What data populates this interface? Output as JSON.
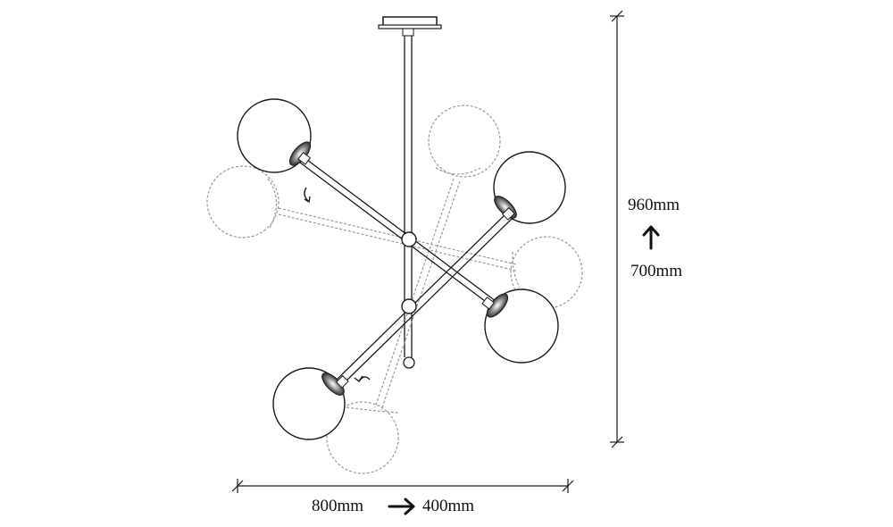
{
  "dimensions": {
    "height_max": "960mm",
    "height_min": "700mm",
    "width_max": "800mm",
    "width_min": "400mm"
  },
  "icons": {
    "height_arrow": "arrow-up-icon",
    "width_arrow": "arrow-right-icon",
    "rotate_arrow": "rotate-arrow-icon"
  },
  "colors": {
    "line": "#1a1a1a",
    "ghost": "#9a9a9a"
  }
}
